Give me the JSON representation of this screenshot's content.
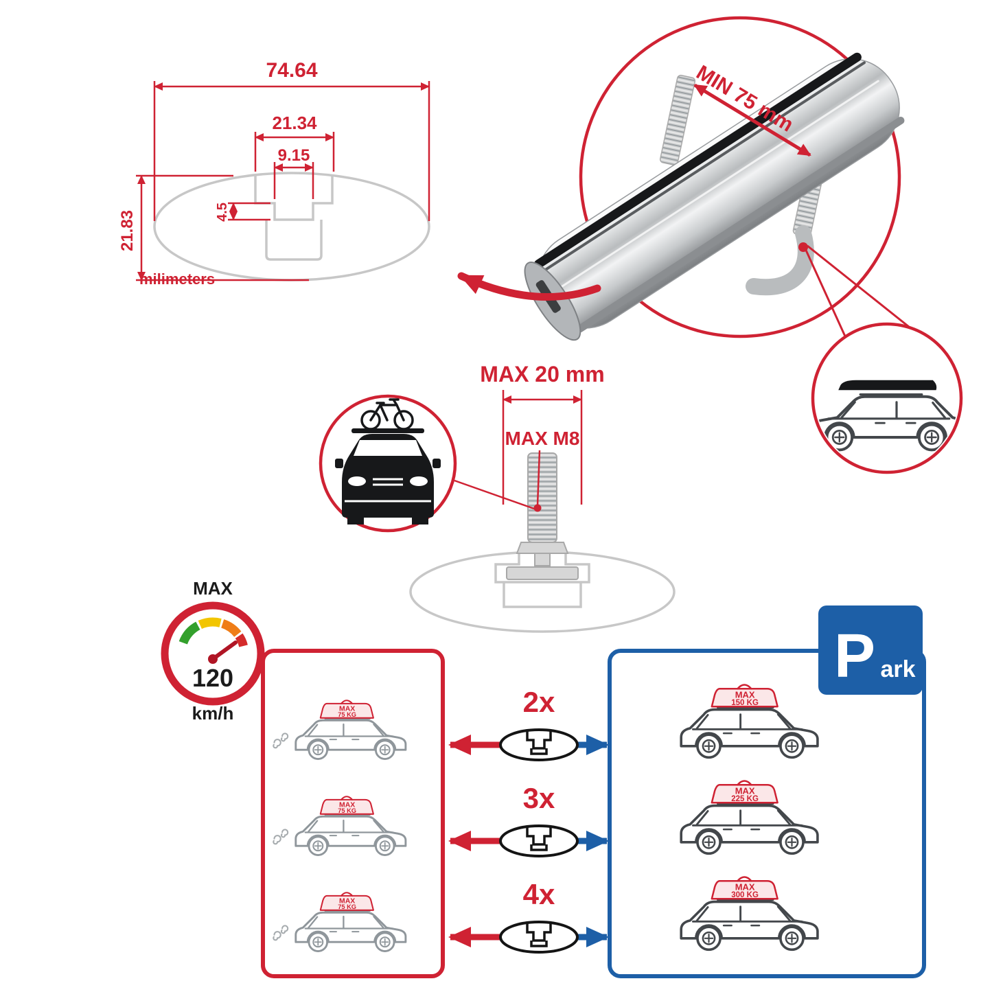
{
  "dimension_drawing": {
    "width_total": "74.64",
    "width_mid": "21.34",
    "width_slot": "9.15",
    "depth_step": "4.5",
    "height_total": "21.83",
    "unit_label": "milimeters"
  },
  "bar_detail": {
    "clamp_note": "MIN 75 mm"
  },
  "bolt_detail": {
    "width_note": "MAX 20 mm",
    "thread_note": "MAX M8"
  },
  "speedometer": {
    "label": "MAX",
    "value": "120",
    "unit": "km/h"
  },
  "parking_sign": {
    "letter": "P",
    "suffix": "ark"
  },
  "rows": {
    "multipliers": [
      "2x",
      "3x",
      "4x"
    ]
  },
  "left_panel": {
    "cars": [
      {
        "label": "MAX",
        "weight": "75 KG"
      },
      {
        "label": "MAX",
        "weight": "75 KG"
      },
      {
        "label": "MAX",
        "weight": "75 KG"
      }
    ]
  },
  "right_panel": {
    "cars": [
      {
        "label": "MAX",
        "weight": "150 KG"
      },
      {
        "label": "MAX",
        "weight": "225 KG"
      },
      {
        "label": "MAX",
        "weight": "300 KG"
      }
    ]
  },
  "colors": {
    "accent_red": "#cf2233",
    "accent_blue": "#1d5fa7",
    "drawing_gray": "#c7c7c7"
  }
}
